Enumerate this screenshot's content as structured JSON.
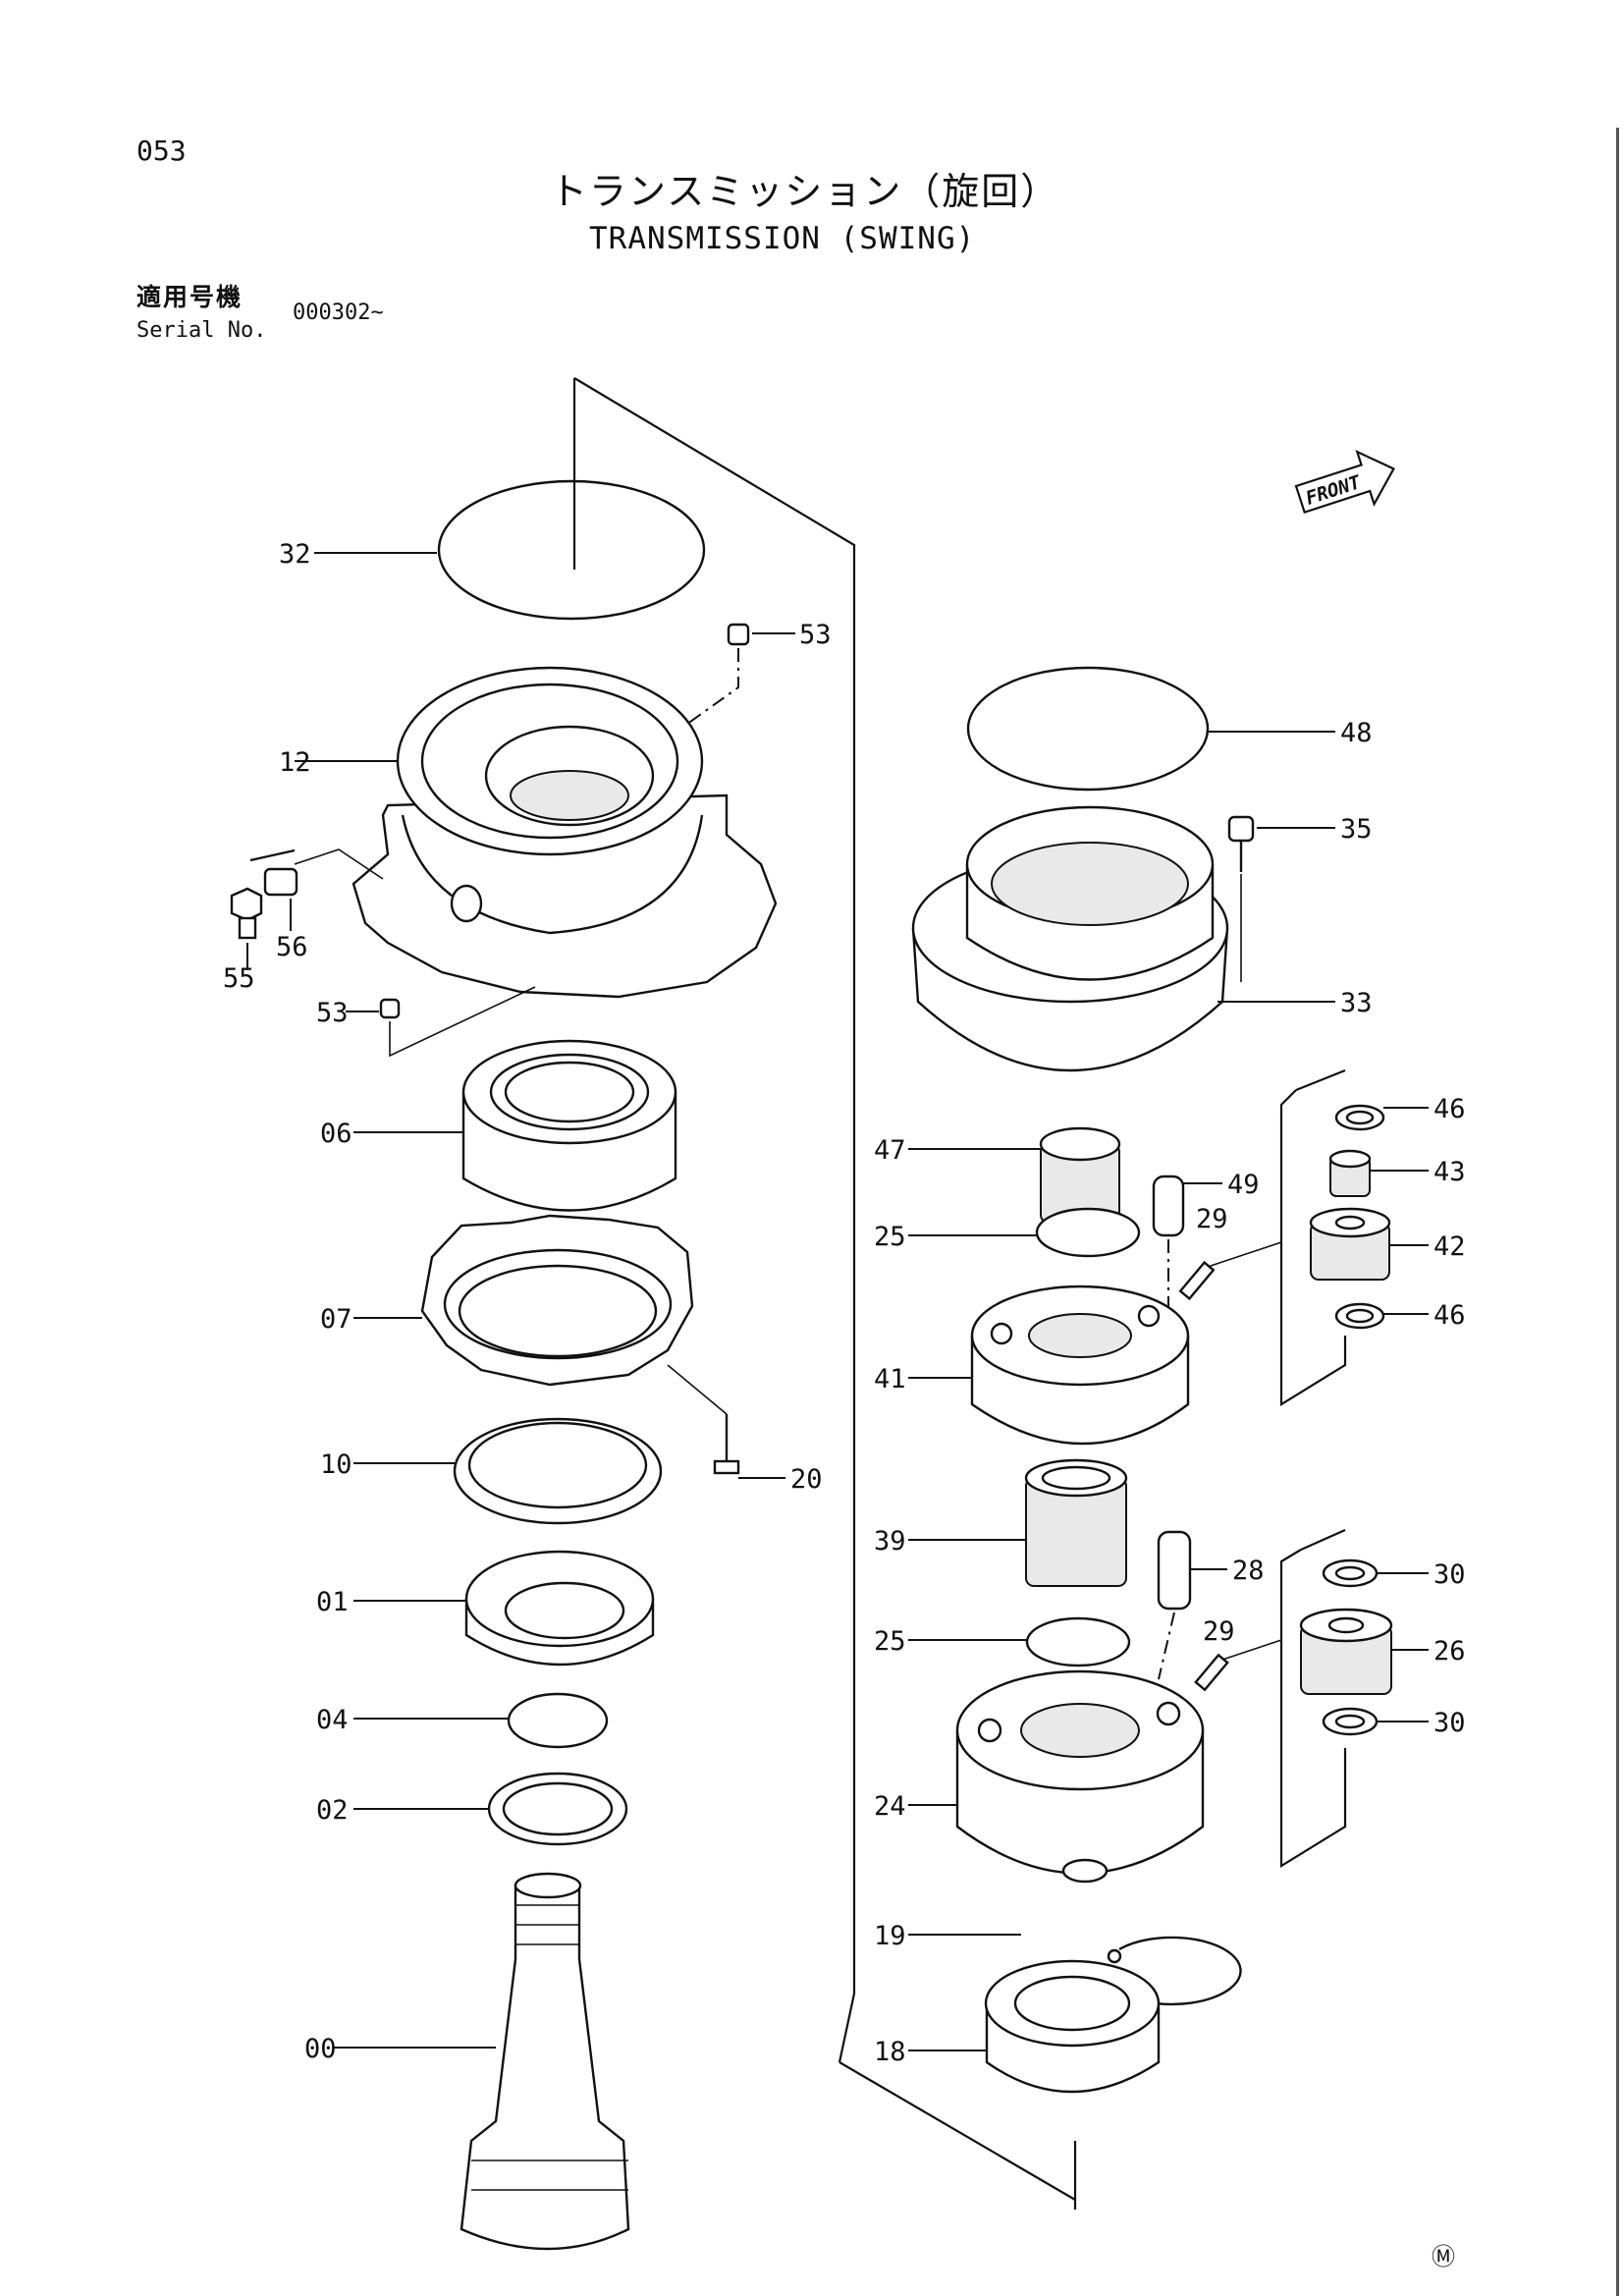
{
  "header": {
    "page_number": "053",
    "title_jp": "トランスミッション（旋回）",
    "title_en": "TRANSMISSION (SWING)",
    "serial_label_jp": "適用号機",
    "serial_label_en": "Serial No.",
    "serial_value": "000302~"
  },
  "front_label": "FRONT",
  "parts": {
    "p32": "32",
    "p53a": "53",
    "p12": "12",
    "p55": "55",
    "p56": "56",
    "p53b": "53",
    "p06": "06",
    "p07": "07",
    "p20": "20",
    "p10": "10",
    "p01": "01",
    "p04": "04",
    "p02": "02",
    "p00": "00",
    "p48": "48",
    "p35": "35",
    "p33": "33",
    "p46a": "46",
    "p43": "43",
    "p47": "47",
    "p49": "49",
    "p29a": "29",
    "p42": "42",
    "p25a": "25",
    "p46b": "46",
    "p41": "41",
    "p39": "39",
    "p28": "28",
    "p30a": "30",
    "p25b": "25",
    "p29b": "29",
    "p26": "26",
    "p30b": "30",
    "p24": "24",
    "p19": "19",
    "p18": "18"
  },
  "footer_mark": "Ⓜ"
}
